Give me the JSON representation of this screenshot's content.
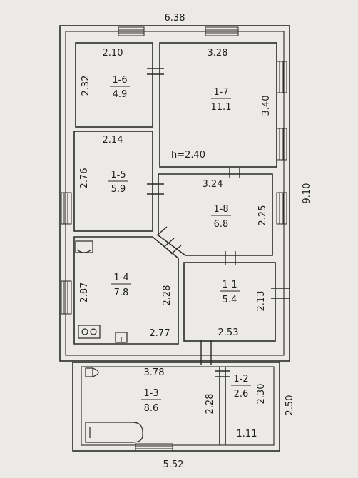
{
  "plan": {
    "overall_width": "6.38",
    "overall_length": "9.10",
    "ceiling_height": "h=2.40",
    "annex_width": "5.52",
    "annex_depth": "2.50"
  },
  "rooms": [
    {
      "id": "1-6",
      "area": "4.9",
      "width": "2.10",
      "depth": "2.32"
    },
    {
      "id": "1-7",
      "area": "11.1",
      "width": "3.28",
      "depth": "3.40"
    },
    {
      "id": "1-5",
      "area": "5.9",
      "width": "2.14",
      "depth": "2.76"
    },
    {
      "id": "1-8",
      "area": "6.8",
      "width": "3.24",
      "depth": "2.25"
    },
    {
      "id": "1-4",
      "area": "7.8",
      "width": "2.77",
      "depth": "2.87",
      "depth_inner": "2.28"
    },
    {
      "id": "1-1",
      "area": "5.4",
      "width": "2.53",
      "depth": "2.13"
    },
    {
      "id": "1-3",
      "area": "8.6",
      "width": "3.78",
      "depth": "2.28"
    },
    {
      "id": "1-2",
      "area": "2.6",
      "width": "1.11",
      "depth": "2.30"
    }
  ],
  "colors": {
    "background": "#eceae7",
    "line": "#2a2a2a"
  },
  "icons": [
    "stove-icon",
    "sink-icon",
    "toilet-icon",
    "bathtub-icon",
    "counter-icon"
  ]
}
